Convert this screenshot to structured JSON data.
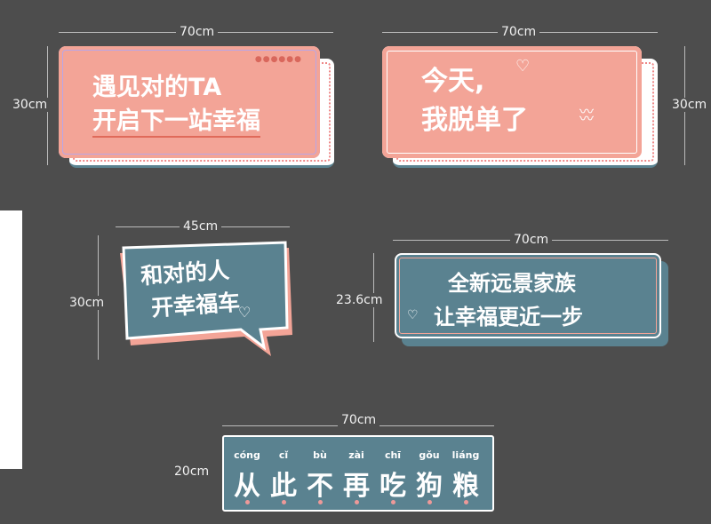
{
  "colors": {
    "background": "#4d4d4d",
    "pink": "#f3a497",
    "teal": "#5a8290",
    "white": "#ffffff"
  },
  "signs": [
    {
      "width_label": "70cm",
      "height_label": "30cm",
      "lines": [
        "遇见对的TA",
        "开启下一站幸福"
      ]
    },
    {
      "width_label": "70cm",
      "height_label": "30cm",
      "lines": [
        "今天,",
        "我脱单了"
      ]
    },
    {
      "width_label": "45cm",
      "height_label": "30cm",
      "lines": [
        "和对的人",
        "开幸福车"
      ]
    },
    {
      "width_label": "70cm",
      "height_label": "23.6cm",
      "lines": [
        "全新远景家族",
        "让幸福更近一步"
      ]
    },
    {
      "width_label": "70cm",
      "height_label": "20cm",
      "chars": [
        "从",
        "此",
        "不",
        "再",
        "吃",
        "狗",
        "粮"
      ],
      "pinyin": [
        "cóng",
        "cǐ",
        "bù",
        "zài",
        "chī",
        "gǒu",
        "liáng"
      ]
    }
  ]
}
